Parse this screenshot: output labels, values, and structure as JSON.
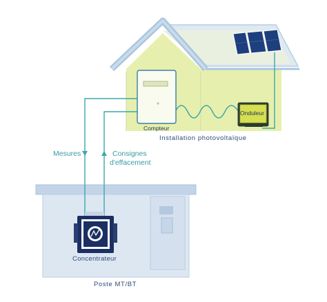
{
  "labels": {
    "compteur": "Compteur",
    "onduleur": "Onduleur",
    "installation": "Installation photovoltaïque",
    "mesures": "Mesures",
    "consignes_line1": "Consignes",
    "consignes_line2": "d'effacement",
    "concentrateur": "Concentrateur",
    "poste": "Poste MT/BT"
  },
  "colors": {
    "house_fill": "#e7efae",
    "roof_stroke": "#a9c6df",
    "wire": "#3aa8a6",
    "building": "#b9cde3",
    "device": "#1b2f63",
    "panel": "#1e3f7e"
  }
}
